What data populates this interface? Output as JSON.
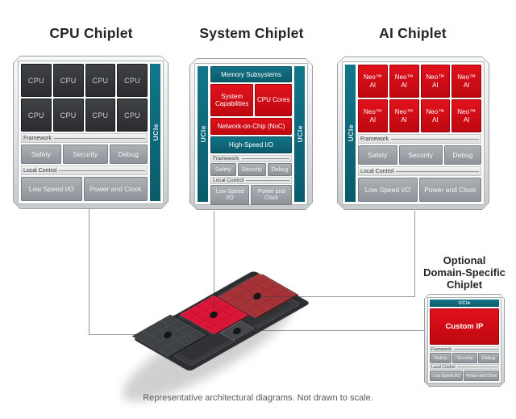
{
  "caption": "Representative architectural diagrams. Not drawn to scale.",
  "labels": {
    "ucie": "UCIe",
    "framework": "Framework",
    "local_control": "Local Control",
    "safety": "Safety",
    "security": "Security",
    "debug": "Debug",
    "low_speed_io": "Low Speed I/O",
    "power_and_clock": "Power and Clock"
  },
  "cpu_chiplet": {
    "title": "CPU Chiplet",
    "core_label": "CPU",
    "core_count": 8
  },
  "system_chiplet": {
    "title": "System Chiplet",
    "memory": "Memory Subsystems",
    "system_capabilities": "System Capabilities",
    "cpu_cores": "CPU Cores",
    "noc": "Network-on-Chip (NoC)",
    "high_speed_io": "High-Speed I/O"
  },
  "ai_chiplet": {
    "title": "AI Chiplet",
    "core_line1": "Neo™",
    "core_line2": "AI",
    "core_count": 8
  },
  "optional_chiplet": {
    "title_lines": [
      "Optional",
      "Domain-Specific",
      "Chiplet"
    ],
    "custom_ip": "Custom IP"
  },
  "colors": {
    "teal": "#0a5b6b",
    "red": "#bf0710",
    "dark_block": "#2a2c2e",
    "gray_block": "#8d9398",
    "tile_crimson": "#da1538",
    "tile_dark_red": "#a43236",
    "package_dark": "#2b2d2f",
    "connector": "#6f7274",
    "title_text": "#232526",
    "caption_text": "#57595b"
  }
}
